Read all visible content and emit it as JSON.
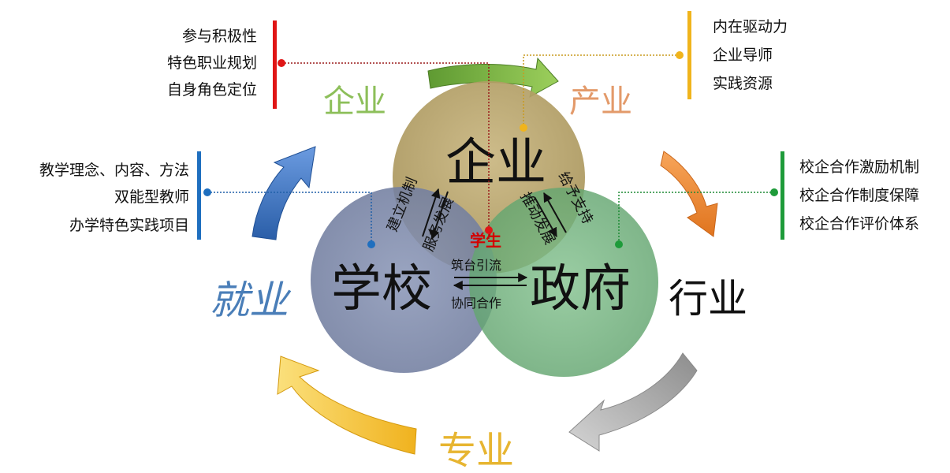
{
  "outer_cycle": {
    "top_left": {
      "text": "企业",
      "color": "#8dbf5a"
    },
    "top_right": {
      "text": "产业",
      "color": "#e39a6a"
    },
    "right": {
      "text": "行业",
      "color": "#111111"
    },
    "bottom": {
      "text": "专业",
      "color": "#e7b531"
    },
    "left": {
      "text": "就业",
      "color": "#4a7eb8"
    }
  },
  "circles": {
    "enterprise": {
      "text": "企业",
      "color": "#b8a466"
    },
    "school": {
      "text": "学校",
      "color": "#7b87a8"
    },
    "government": {
      "text": "政府",
      "color": "#6db07b"
    }
  },
  "center": {
    "text": "学生",
    "color": "#d40000"
  },
  "relations": {
    "enterprise_school": {
      "up": "建立机制",
      "down": "服务发展"
    },
    "enterprise_government": {
      "up": "给予支持",
      "down": "推动发展"
    },
    "school_government": {
      "top": "筑台引流",
      "bottom": "协同合作"
    }
  },
  "lists": {
    "top_left": {
      "color": "#e01515",
      "items": [
        "参与积极性",
        "特色职业规划",
        "自身角色定位"
      ]
    },
    "top_right": {
      "color": "#f0b41c",
      "items": [
        "内在驱动力",
        "企业导师",
        "实践资源"
      ]
    },
    "left": {
      "color": "#1f6fbf",
      "items": [
        "教学理念、内容、方法",
        "双能型教师",
        "办学特色实践项目"
      ]
    },
    "right": {
      "color": "#1e9b3a",
      "items": [
        "校企合作激励机制",
        "校企合作制度保障",
        "校企合作评价体系"
      ]
    }
  }
}
